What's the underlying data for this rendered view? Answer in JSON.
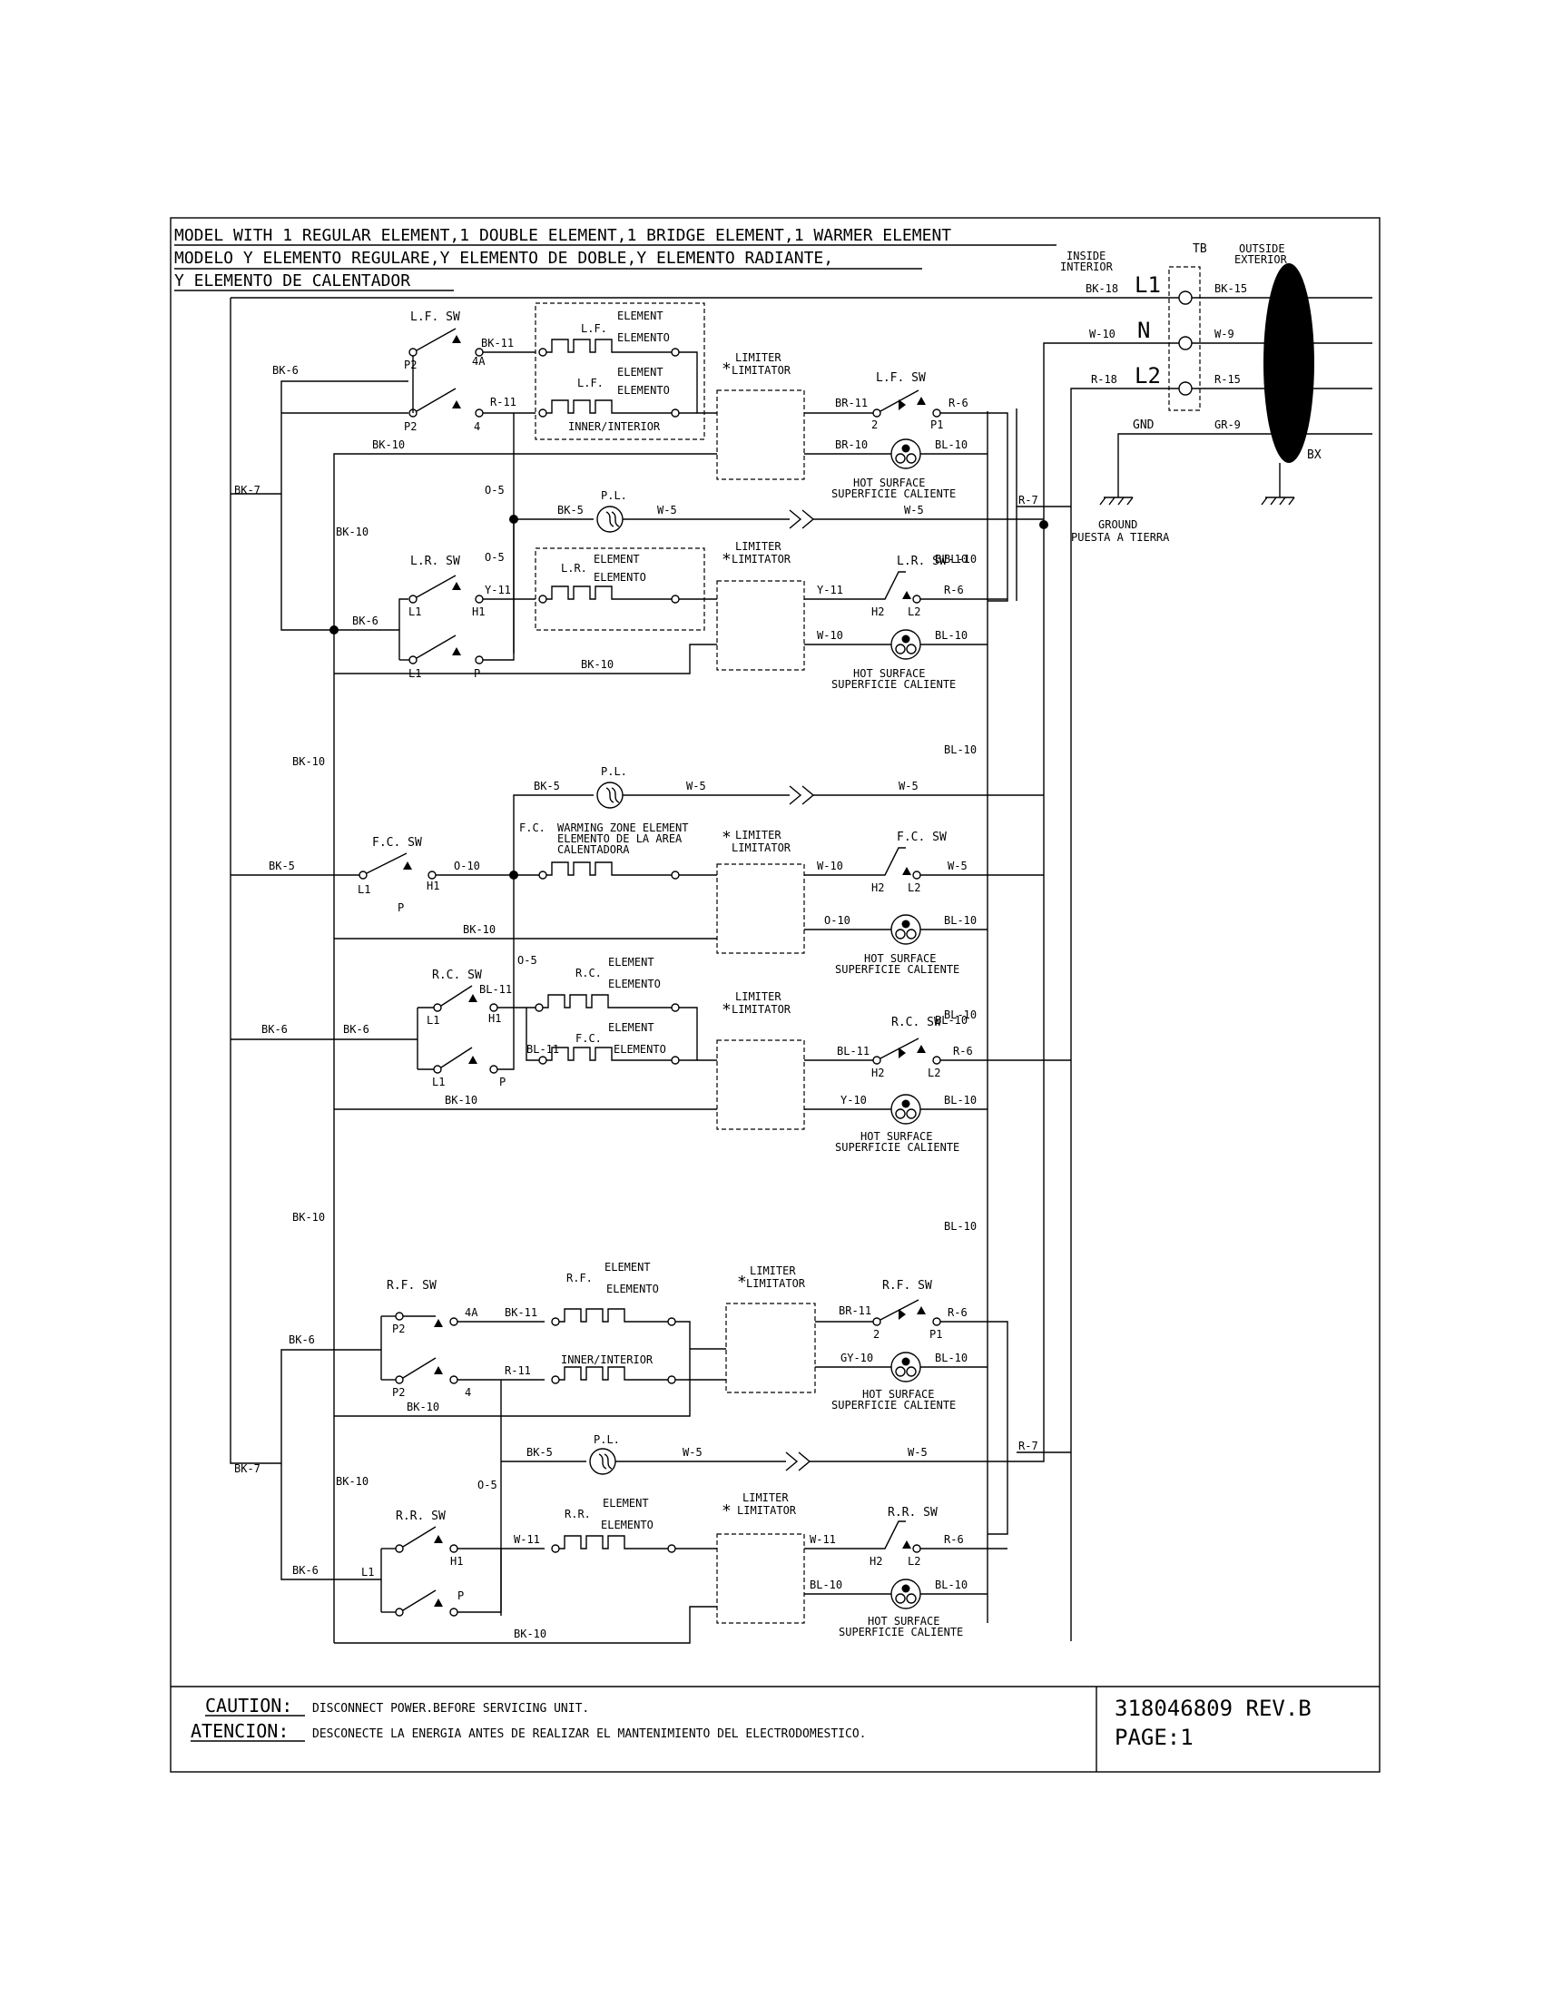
{
  "header": {
    "line1": "MODEL WITH 1 REGULAR ELEMENT,1 DOUBLE ELEMENT,1 BRIDGE ELEMENT,1 WARMER ELEMENT",
    "line2": "MODELO Y ELEMENTO REGULARE,Y ELEMENTO DE DOBLE,Y ELEMENTO RADIANTE,",
    "line3": "Y ELEMENTO DE CALENTADOR"
  },
  "terminal_block": {
    "inside_1": "INSIDE",
    "inside_2": "INTERIOR",
    "tb": "TB",
    "outside_1": "OUTSIDE",
    "outside_2": "EXTERIOR",
    "l1": "L1",
    "n": "N",
    "l2": "L2",
    "gnd": "GND",
    "bx": "BX",
    "ground_1": "GROUND",
    "ground_2": "PUESTA A TIERRA",
    "in_l1": "BK-18",
    "in_n": "W-10",
    "in_l2": "R-18",
    "out_l1": "BK-15",
    "out_n": "W-9",
    "out_l2": "R-15",
    "out_gnd": "GR-9"
  },
  "labels": {
    "element": "ELEMENT",
    "elemento": "ELEMENTO",
    "limiter": "LIMITER",
    "limitator": "LIMITATOR",
    "hot_surface": "HOT SURFACE",
    "superficie": "SUPERFICIE CALIENTE",
    "inner": "INNER/INTERIOR",
    "pl": "P.L.",
    "star": "*",
    "lf": "L.F.",
    "lr": "L.R.",
    "rc": "R.C.",
    "fc": "F.C.",
    "rf": "R.F.",
    "rr": "R.R.",
    "lf_sw": "L.F. SW",
    "lr_sw": "L.R. SW",
    "fc_sw": "F.C. SW",
    "rc_sw": "R.C. SW",
    "rf_sw": "R.F. SW",
    "rr_sw": "R.R. SW",
    "warming_1": "WARMING ZONE ELEMENT",
    "warming_2": "ELEMENTO DE LA AREA",
    "warming_3": "CALENTADORA",
    "P1": "P1",
    "P2": "P2",
    "L1": "L1",
    "L2": "L2",
    "H1": "H1",
    "H2": "H2",
    "P": "P",
    "4": "4",
    "4A": "4A",
    "2": "2"
  },
  "wires": {
    "bk5": "BK-5",
    "bk6": "BK-6",
    "bk7": "BK-7",
    "bk10": "BK-10",
    "bk11": "BK-11",
    "r6": "R-6",
    "r7": "R-7",
    "r11": "R-11",
    "w5": "W-5",
    "w10": "W-10",
    "w11": "W-11",
    "o5": "O-5",
    "o10": "O-10",
    "y10": "Y-10",
    "y11": "Y-11",
    "br10": "BR-10",
    "br11": "BR-11",
    "bl10": "BL-10",
    "bl11": "BL-11",
    "gy10": "GY-10"
  },
  "footer": {
    "caution_label": "CAUTION:",
    "caution_text": "DISCONNECT POWER.BEFORE SERVICING UNIT.",
    "atencion_label": "ATENCION:",
    "atencion_text": "DESCONECTE LA ENERGIA ANTES DE REALIZAR EL MANTENIMIENTO DEL ELECTRODOMESTICO.",
    "part_number": "318046809 REV.B",
    "page": "PAGE:1"
  }
}
